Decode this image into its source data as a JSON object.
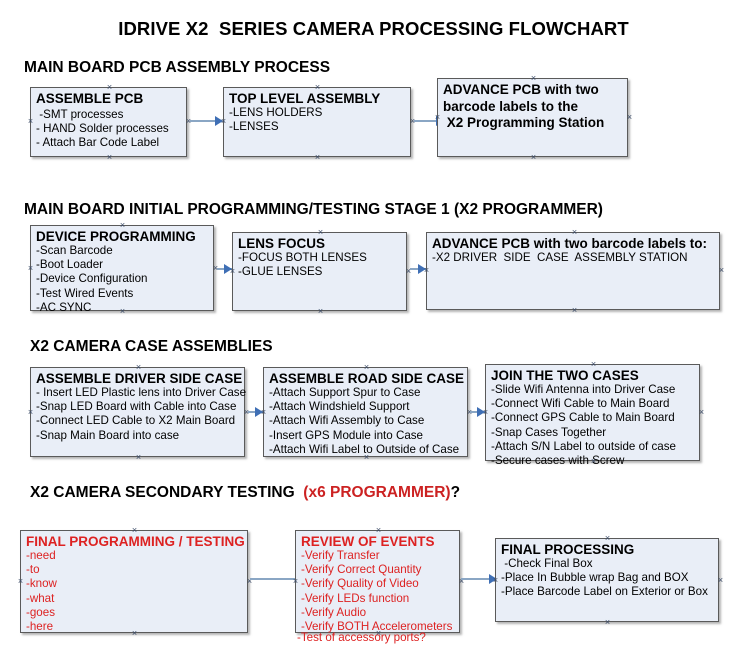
{
  "document": {
    "title": "IDRIVE X2  SERIES CAMERA PROCESSING FLOWCHART"
  },
  "colors": {
    "node_fill": "#e9eef7",
    "node_border": "#5a5a5a",
    "connector": "#8aa6c4",
    "arrowhead": "#3f6fb5",
    "accent_red": "#dd2222",
    "text": "#000000"
  },
  "sections": [
    {
      "id": "main-board-pcb-assembly",
      "heading": "MAIN BOARD PCB ASSEMBLY PROCESS",
      "heading_accent": "",
      "heading_suffix": "",
      "nodes": [
        {
          "id": "assemble-pcb",
          "title": "ASSEMBLE PCB",
          "lines": [
            " -SMT processes",
            "- HAND Solder processes",
            "- Attach Bar Code Label"
          ]
        },
        {
          "id": "top-level-assembly",
          "title": "TOP LEVEL ASSEMBLY",
          "lines": [
            "-LENS HOLDERS",
            "-LENSES"
          ]
        },
        {
          "id": "advance-pcb-programming-station",
          "title": "ADVANCE PCB with two\nbarcode labels to the\n X2 Programming Station",
          "lines": []
        }
      ]
    },
    {
      "id": "main-board-initial-programming",
      "heading": "MAIN BOARD INITIAL PROGRAMMING/TESTING STAGE 1 (X2 PROGRAMMER)",
      "heading_accent": "",
      "heading_suffix": "",
      "nodes": [
        {
          "id": "device-programming",
          "title": "DEVICE PROGRAMMING",
          "lines": [
            "-Scan Barcode",
            "-Boot Loader",
            "-Device Configuration",
            "-Test Wired Events",
            "-AC SYNC"
          ]
        },
        {
          "id": "lens-focus",
          "title": "LENS FOCUS",
          "lines": [
            "-FOCUS BOTH LENSES",
            "-GLUE LENSES"
          ]
        },
        {
          "id": "advance-pcb-driver-side-case",
          "title": "ADVANCE PCB with two barcode labels to:",
          "lines": [
            "-X2 DRIVER  SIDE  CASE  ASSEMBLY STATION"
          ]
        }
      ]
    },
    {
      "id": "x2-camera-case-assemblies",
      "heading": "X2 CAMERA CASE ASSEMBLIES",
      "heading_accent": "",
      "heading_suffix": "",
      "nodes": [
        {
          "id": "assemble-driver-side-case",
          "title": "ASSEMBLE DRIVER SIDE CASE",
          "lines": [
            "- Insert LED Plastic lens into Driver Case",
            "-Snap LED Board with Cable into Case",
            "-Connect LED Cable to X2 Main Board",
            "-Snap Main Board into case"
          ]
        },
        {
          "id": "assemble-road-side-case",
          "title": "ASSEMBLE ROAD SIDE CASE",
          "lines": [
            "-Attach Support Spur to Case",
            "-Attach Windshield Support",
            "-Attach Wifi Assembly to Case",
            "-Insert GPS Module into Case",
            "-Attach Wifi Label to Outside of Case"
          ]
        },
        {
          "id": "join-the-two-cases",
          "title": "JOIN THE TWO CASES",
          "lines": [
            "-Slide Wifi Antenna into Driver Case",
            "-Connect Wifi Cable to Main Board",
            "-Connect GPS Cable to Main Board",
            "-Snap Cases Together",
            "-Attach S/N Label to outside of case",
            "-Secure cases with Screw"
          ]
        }
      ]
    },
    {
      "id": "x2-camera-secondary-testing",
      "heading": "X2 CAMERA SECONDARY TESTING  ",
      "heading_accent": "(x6 PROGRAMMER)",
      "heading_suffix": "?",
      "nodes": [
        {
          "id": "final-programming-testing",
          "title": "FINAL PROGRAMMING / TESTING",
          "lines": [
            "-need",
            "-to",
            "-know",
            "-what",
            "-goes",
            "-here"
          ]
        },
        {
          "id": "review-of-events",
          "title": "REVIEW OF EVENTS",
          "lines": [
            "-Verify Transfer",
            "-Verify Correct Quantity",
            "-Verify Quality of Video",
            "-Verify LEDs function",
            "-Verify Audio",
            "-Verify BOTH Accelerometers"
          ],
          "overflow_line": "-Test of accessory ports?"
        },
        {
          "id": "final-processing",
          "title": "FINAL PROCESSING",
          "lines": [
            " -Check Final Box",
            "-Place In Bubble wrap Bag and BOX",
            "-Place Barcode Label on Exterior or Box"
          ]
        }
      ]
    }
  ]
}
